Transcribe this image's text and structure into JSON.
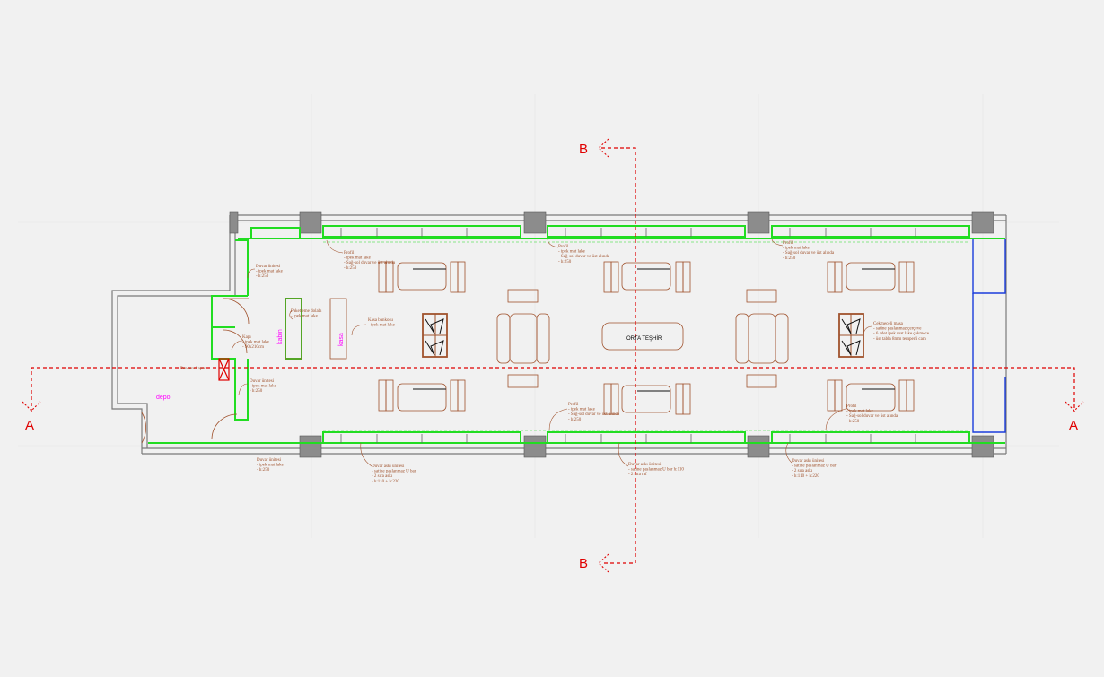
{
  "section_markers": {
    "a_left": "A",
    "a_right": "A",
    "b_top": "B",
    "b_bottom": "B"
  },
  "rooms": {
    "depo": "depo",
    "kabin": "kabin",
    "kasa": "kasa",
    "center": "ORTA TEŞHİR"
  },
  "notes": {
    "n1": [
      "Duvar ünitesi",
      "- ipek mat lake",
      "- h:250"
    ],
    "n2": [
      "Profil",
      "- ipek mat lake",
      "- Sağ-sol duvar ve üst alında",
      "- h:250"
    ],
    "n3": [
      "Profil",
      "- ipek mat lake",
      "- Sağ-sol duvar ve üst alında",
      "- h:250"
    ],
    "n4": [
      "Profil",
      "- ipek mat lake",
      "- Sağ-sol duvar ve üst alında",
      "- h:250"
    ],
    "n5": [
      "Paketleme dolabı",
      "- ipek mat lake"
    ],
    "n6": [
      "Kasa bankosu",
      "- ipek mat lake"
    ],
    "n7": [
      "Kapı",
      "- ipek mat lake",
      "- 90x210cm"
    ],
    "n8": [
      "Pencere kapısı"
    ],
    "n9": [
      "Duvar ünitesi",
      "- ipek mat lake",
      "- h:250"
    ],
    "n10": [
      "Çekmeceli masa",
      "- satine paslanmaz çerçeve",
      "- 6 adet ipek mat lake çekmece",
      "- üst tabla 8mm temperli cam"
    ],
    "n11": [
      "Profil",
      "- ipek mat lake",
      "- Sağ-sol duvar ve üst alında",
      "- h:250"
    ],
    "n12": [
      "Profil",
      "- ipek mat lake",
      "- Sağ-sol duvar ve üst alında",
      "- h:250"
    ],
    "n13": [
      "Duvar ünitesi",
      "- ipek mat lake",
      "- h:250"
    ],
    "n14": [
      "Duvar askı ünitesi",
      "- satine paslanmaz U bar",
      "- 2 sıra askı",
      "- h:110 + h:220"
    ],
    "n15": [
      "Duvar askı ünitesi",
      "- satine paslanmaz U bar h:110",
      "- 2 sıra raf"
    ],
    "n16": [
      "Duvar askı ünitesi",
      "- satine paslanmaz U bar",
      "- 2 sıra askı",
      "- h:110 + h:220"
    ]
  },
  "colors": {
    "background": "#f1f1f1",
    "wall": "#7a7a7a",
    "column": "#8c8c8c",
    "furniture": "#a0522d",
    "wall_unit": "#22dd22",
    "section_line": "#e00000",
    "label_magenta": "#ff00ff",
    "glazing": "#1a3cdc"
  },
  "icons": {
    "section_arrow": "dashed-chevron-arrow",
    "door": "door-swing-arc",
    "display_table": "zigzag-drawer-table"
  }
}
